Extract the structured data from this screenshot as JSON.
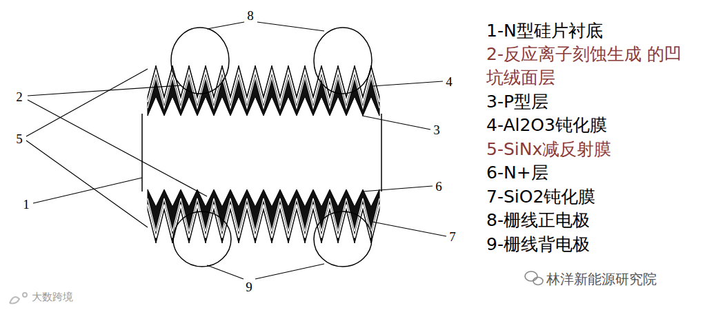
{
  "diagram": {
    "labels": [
      "8",
      "2",
      "5",
      "4",
      "1",
      "3",
      "6",
      "7",
      "9",
      "1-N型硅片衬底",
      "2-反应离子刻蚀生成 的凹坑绒面层",
      "3-P型层",
      "4-Al2O3钝化膜",
      "5-SiNx减反射膜",
      "6-N+层",
      "7-SiO2钝化膜",
      "8-栅线正电极",
      "9-栅线背电极",
      "大数跨境",
      "林洋新能源研究院"
    ]
  }
}
